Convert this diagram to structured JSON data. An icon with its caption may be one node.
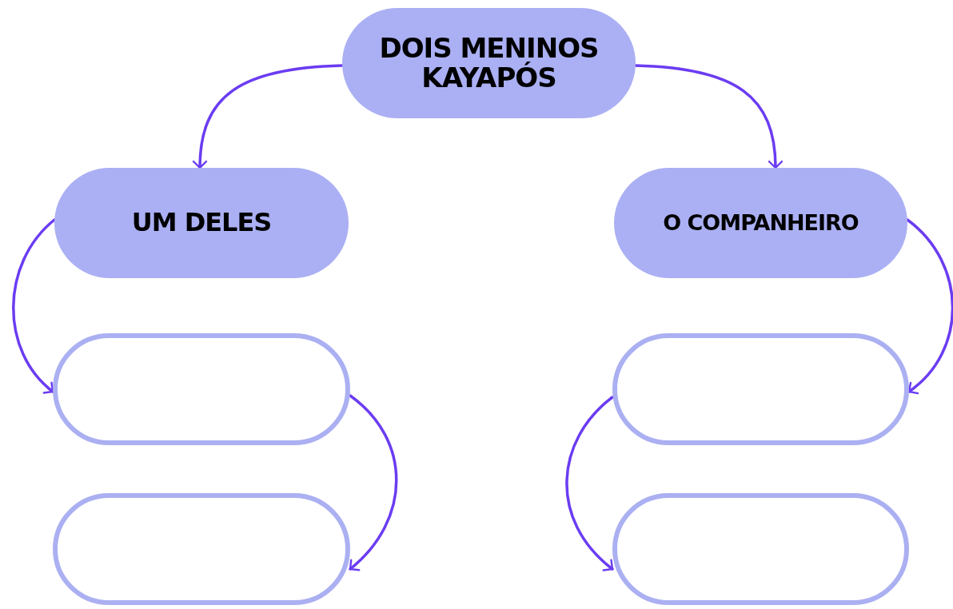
{
  "diagram": {
    "nodes": [
      {
        "text": [
          "DOIS MENINOS KAYAPÓS"
        ]
      },
      {
        "text": [
          "UM DELES"
        ]
      },
      {
        "text": [
          "O COMPANHEIRO"
        ]
      },
      {
        "text": [],
        "shape": "box"
      },
      {
        "text": [],
        "shape": "box"
      },
      {
        "text": [],
        "shape": "box"
      },
      {
        "text": [],
        "shape": "box"
      }
    ],
    "edges": [
      {
        "from": 0,
        "to": 1,
        "arrow": "to"
      },
      {
        "from": 0,
        "to": 2,
        "arrow": "to"
      },
      {
        "from": 1,
        "to": 3,
        "arrow": "to"
      },
      {
        "from": 3,
        "to": 4,
        "arrow": "to"
      },
      {
        "from": 2,
        "to": 5,
        "arrow": "to"
      },
      {
        "from": 5,
        "to": 6,
        "arrow": "to"
      }
    ]
  }
}
